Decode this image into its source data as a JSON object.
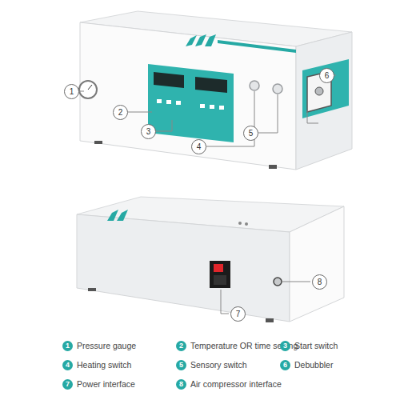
{
  "diagram": {
    "labels": [
      "1",
      "2",
      "3",
      "4",
      "5",
      "6",
      "7",
      "8",
      "1",
      "Pressure gauge",
      "2",
      "Temperature OR time setting",
      "3",
      "Start switch",
      "4",
      "Heating switch",
      "5",
      "Sensory switch",
      "6",
      "Debubbler",
      "7",
      "Power interface",
      "8",
      "Air compressor interface"
    ]
  }
}
